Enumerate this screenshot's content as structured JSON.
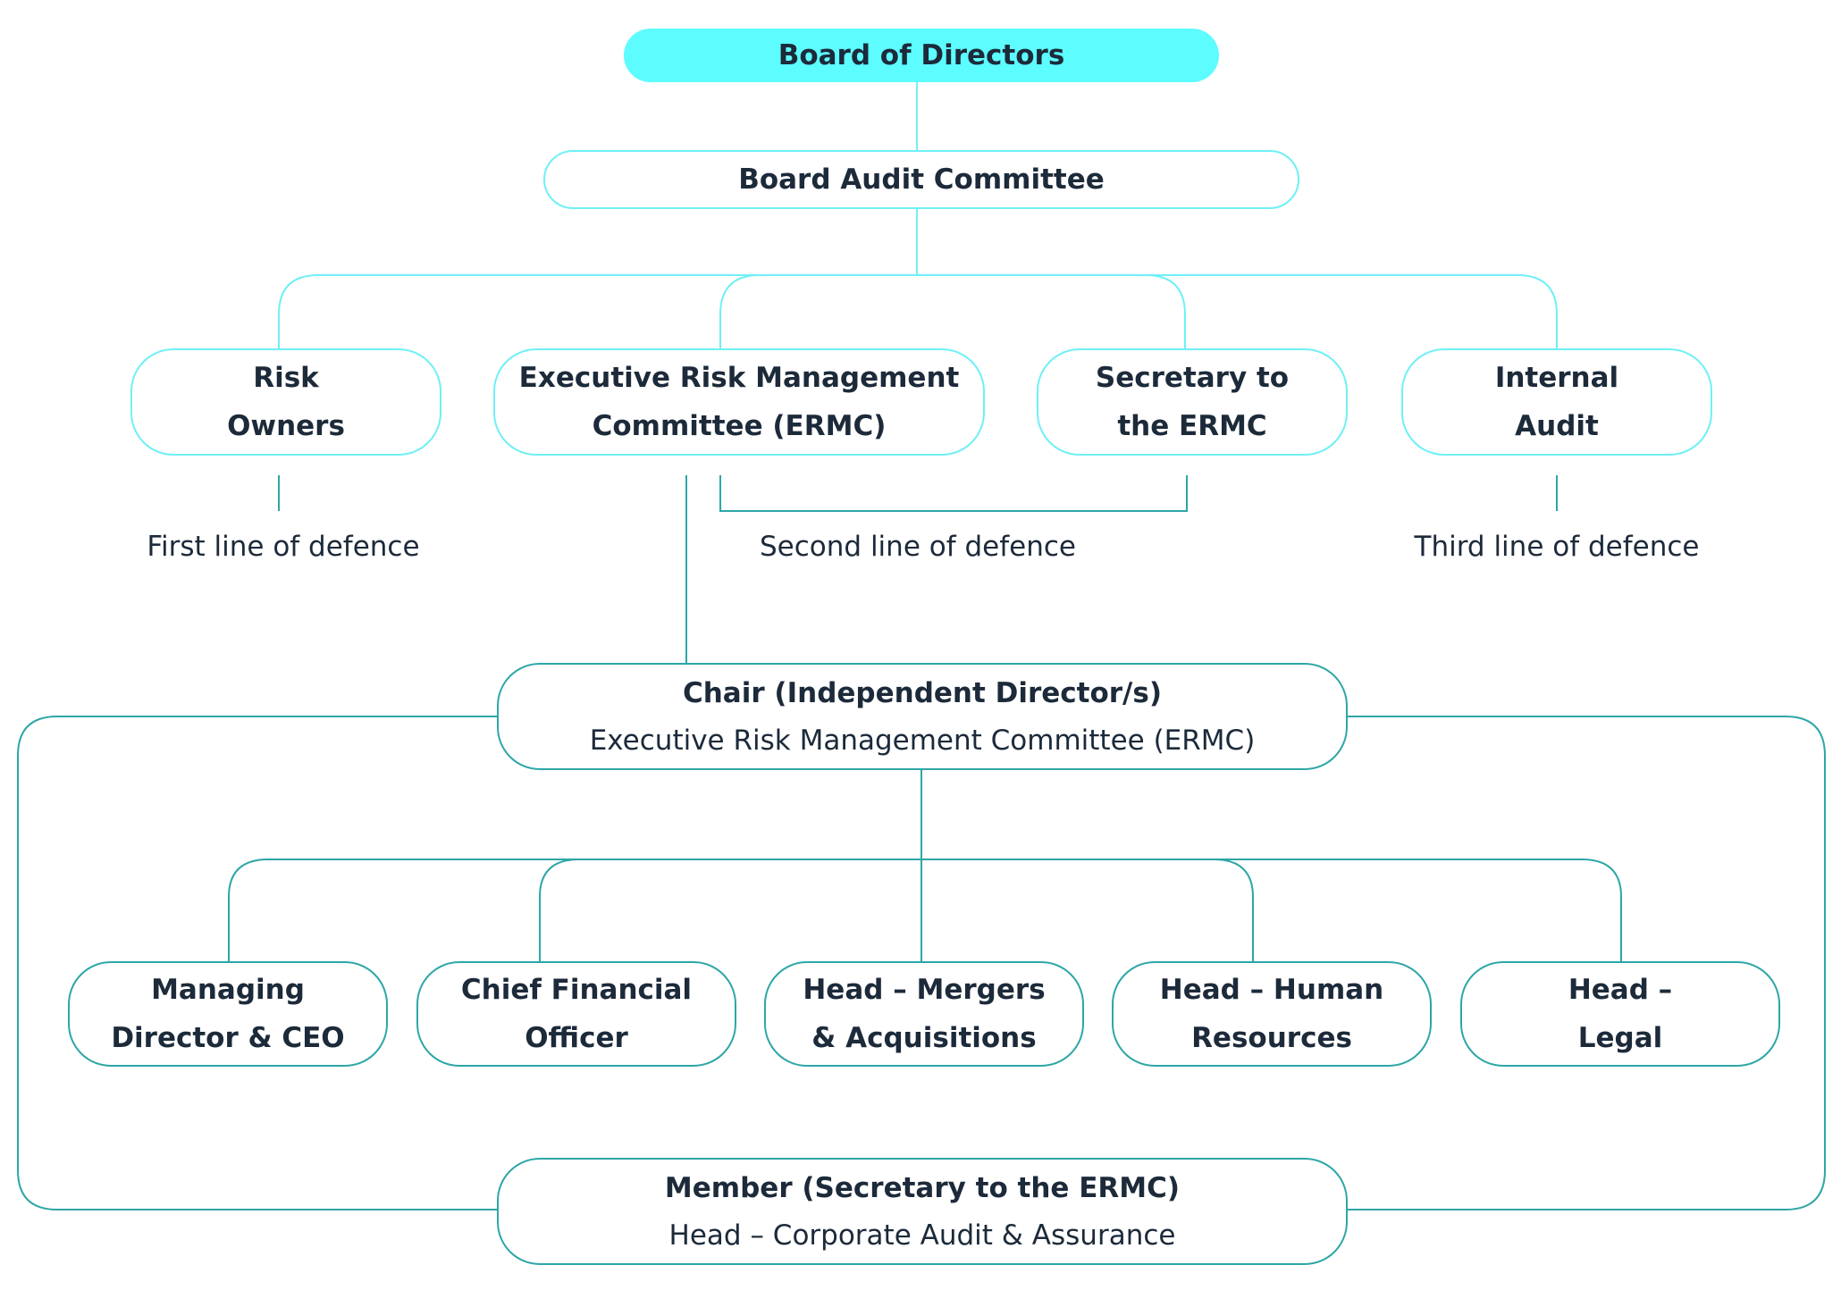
{
  "board": "Board of Directors",
  "audit_committee": "Board Audit Committee",
  "level3": {
    "risk_owners": [
      "Risk",
      "Owners"
    ],
    "ermc": [
      "Executive Risk Management",
      "Committee (ERMC)"
    ],
    "secretary": [
      "Secretary to",
      "the ERMC"
    ],
    "internal_audit": [
      "Internal",
      "Audit"
    ]
  },
  "lines_of_defence": {
    "first": "First line of defence",
    "second": "Second line of defence",
    "third": "Third line of defence"
  },
  "chair": {
    "title": "Chair (Independent Director/s)",
    "subtitle": "Executive Risk Management Committee (ERMC)"
  },
  "members": {
    "md_ceo": [
      "Managing",
      "Director & CEO"
    ],
    "cfo": [
      "Chief Financial",
      "Officer"
    ],
    "mna": [
      "Head – Mergers",
      "& Acquisitions"
    ],
    "hr": [
      "Head – Human",
      "Resources"
    ],
    "legal": [
      "Head –",
      "Legal"
    ]
  },
  "member_secretary": {
    "title": "Member (Secretary to the ERMC)",
    "subtitle": "Head – Corporate Audit & Assurance"
  },
  "colors": {
    "board_fill": "#5cfcff",
    "cyan_border": "#6ff0f5",
    "teal_border": "#2ea6a6"
  }
}
